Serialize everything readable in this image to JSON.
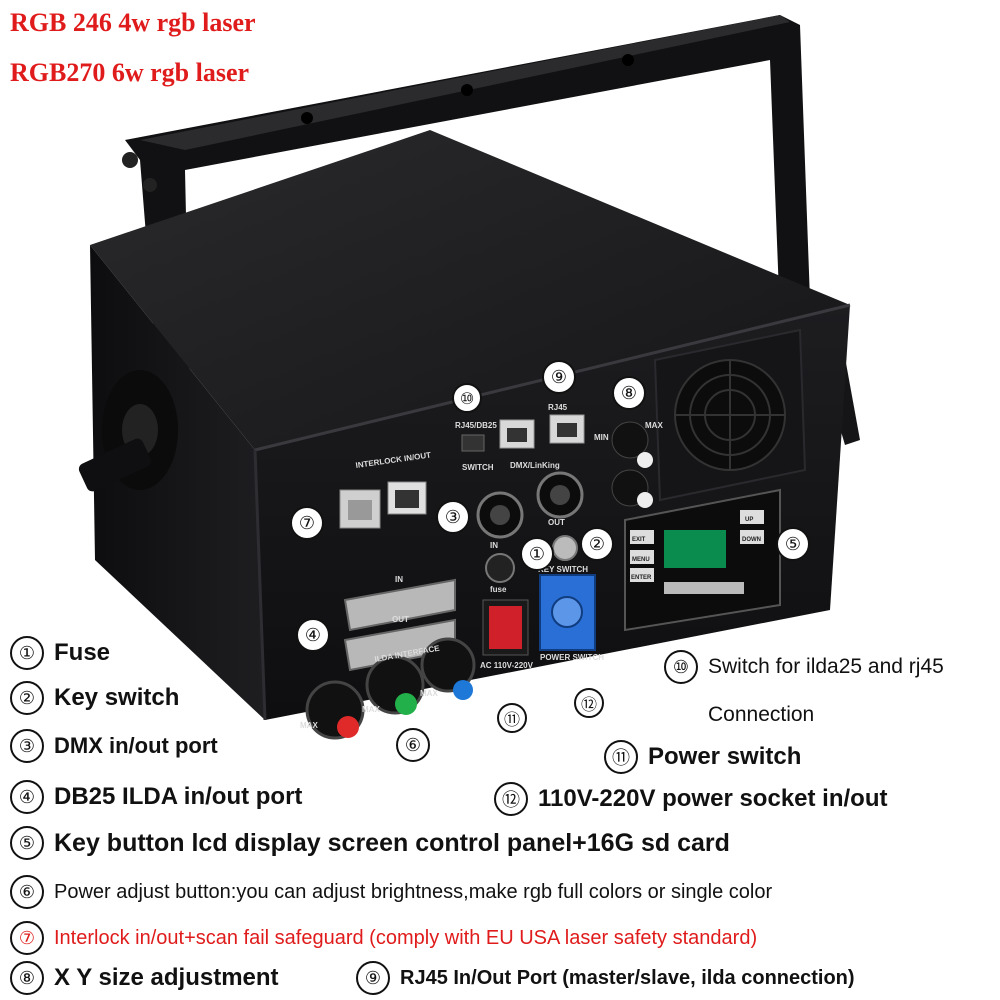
{
  "titles": [
    "RGB 246 4w rgb laser",
    "RGB270 6w rgb laser"
  ],
  "panel_labels": {
    "interlock": "INTERLOCK IN/OUT",
    "rj45_db25": "RJ45/DB25",
    "switch": "SWITCH",
    "rj45": "RJ45",
    "dmx": "DMX/LinKing",
    "in": "IN",
    "out": "OUT",
    "fuse": "fuse",
    "key_switch": "KEY SWITCH",
    "power_switch": "POWER SWITCH",
    "ac": "AC 110V-220V",
    "min": "MIN",
    "max": "MAX",
    "db25_in": "IN",
    "db25_out": "OUT",
    "ilda": "ILDA INTERFACE",
    "knob_max": "MAX",
    "lcd_exit": "EXIT",
    "lcd_menu": "MENU",
    "lcd_enter": "ENTER",
    "lcd_up": "UP",
    "lcd_down": "DOWN"
  },
  "badges": {
    "b1": "①",
    "b2": "②",
    "b3": "③",
    "b4": "④",
    "b5": "⑤",
    "b6": "⑥",
    "b7": "⑦",
    "b8": "⑧",
    "b9": "⑨",
    "b10": "⑩",
    "b11": "⑪",
    "b12": "⑫"
  },
  "legend": {
    "l1": {
      "num": "①",
      "text": "Fuse"
    },
    "l2": {
      "num": "②",
      "text": "Key switch"
    },
    "l3": {
      "num": "③",
      "text": "DMX in/out port"
    },
    "l4": {
      "num": "④",
      "text": "DB25 ILDA in/out port"
    },
    "l5": {
      "num": "⑤",
      "text": "Key button lcd display screen control panel+16G sd card"
    },
    "l6": {
      "num": "⑥",
      "text": "Power adjust button:you can adjust brightness,make rgb full colors or single color"
    },
    "l7": {
      "num": "⑦",
      "text": "Interlock in/out+scan fail safeguard (comply with EU USA laser safety standard)"
    },
    "l8": {
      "num": "⑧",
      "text": "X Y size adjustment"
    },
    "l9": {
      "num": "⑨",
      "text": "RJ45 In/Out Port (master/slave, ilda connection)"
    },
    "l10": {
      "num": "⑩",
      "text": "Switch for ilda25 and rj45"
    },
    "l10b": {
      "text": "Connection"
    },
    "l11": {
      "num": "⑪",
      "text": "Power switch"
    },
    "l12": {
      "num": "⑫",
      "text": "110V-220V power socket  in/out"
    }
  },
  "colors": {
    "title_red": "#e01b1b",
    "housing": "#1c1c1e",
    "knob_red": "#e02a2a",
    "knob_green": "#22b04a",
    "knob_blue": "#1e78d8",
    "power_connector": "#2a6fd6",
    "rocker_switch": "#d0202a"
  }
}
